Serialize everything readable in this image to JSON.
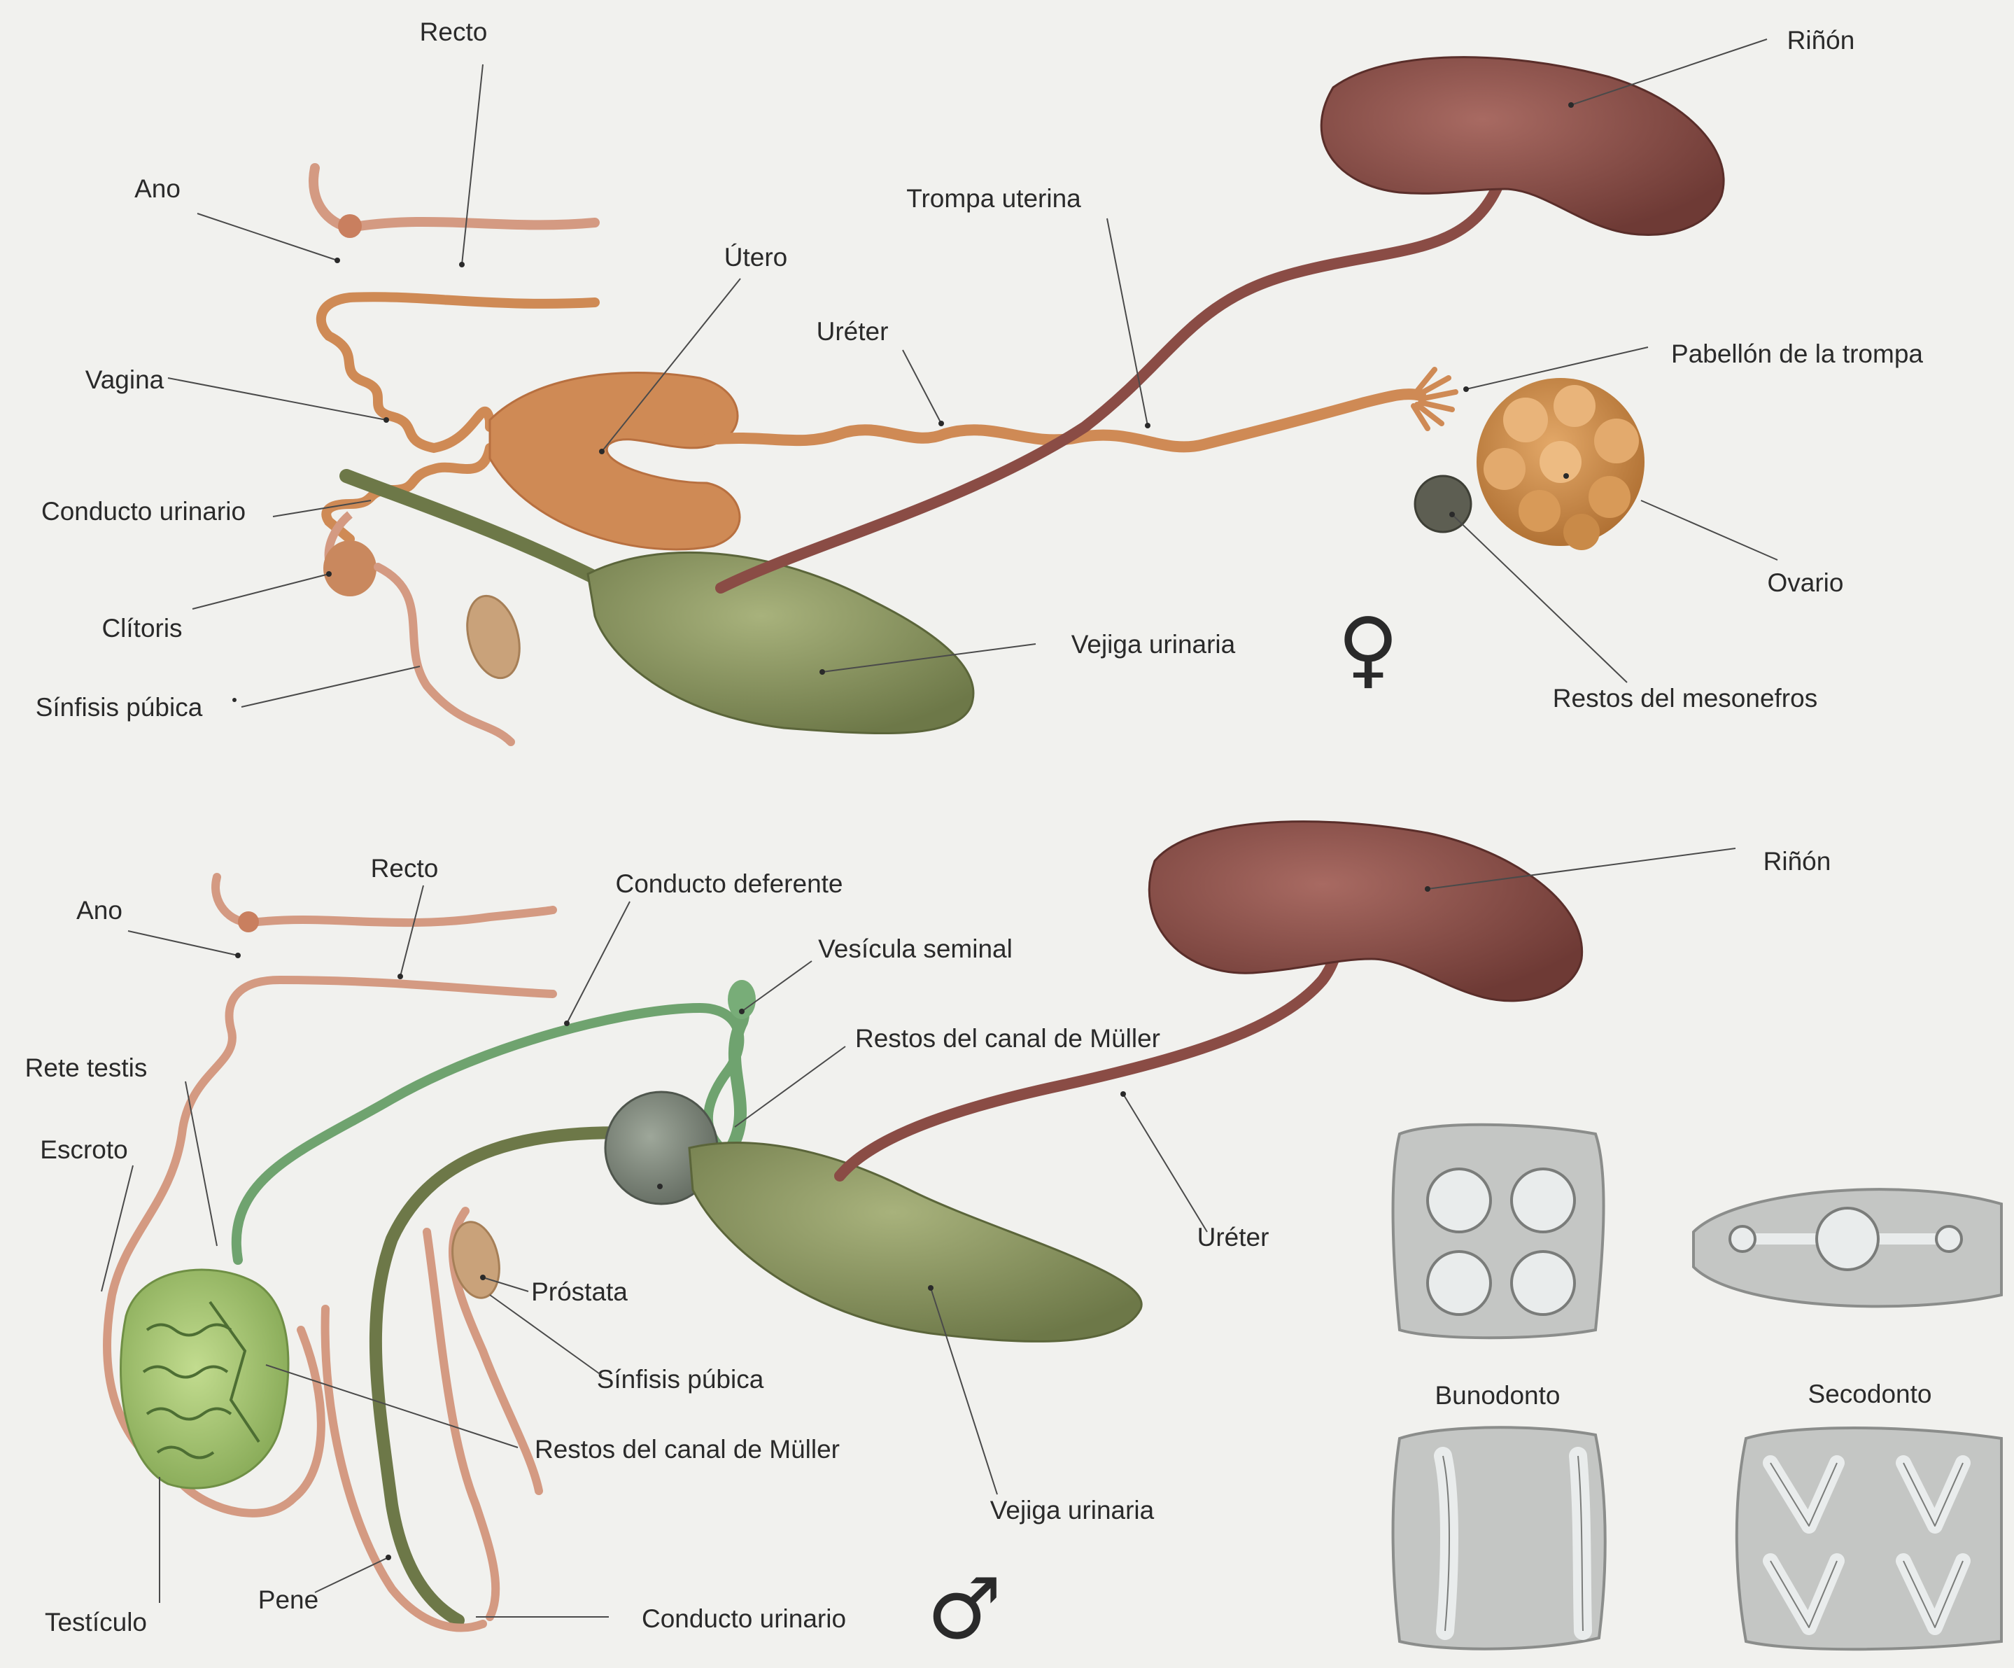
{
  "female": {
    "symbol": "♀",
    "labels": {
      "recto": "Recto",
      "ano": "Ano",
      "utero": "Útero",
      "trompa_uterina": "Trompa uterina",
      "rinon": "Riñón",
      "ureter": "Uréter",
      "vagina": "Vagina",
      "pabellon": "Pabellón de la trompa",
      "conducto_urinario": "Conducto urinario",
      "clitoris": "Clítoris",
      "ovario": "Ovario",
      "vejiga": "Vejiga urinaria",
      "sinfisis": "Sínfisis púbica",
      "mesonefros": "Restos del mesonefros"
    }
  },
  "male": {
    "symbol": "♂",
    "labels": {
      "recto": "Recto",
      "conducto_deferente": "Conducto deferente",
      "rinon": "Riñón",
      "ano": "Ano",
      "vesicula": "Vesícula seminal",
      "rete_testis": "Rete testis",
      "muller_top": "Restos del canal de Müller",
      "escroto": "Escroto",
      "ureter": "Uréter",
      "prostata": "Próstata",
      "sinfisis": "Sínfisis púbica",
      "muller_bottom": "Restos del canal de Müller",
      "vejiga": "Vejiga urinaria",
      "testiculo": "Testículo",
      "pene": "Pene",
      "conducto_urinario": "Conducto urinario"
    }
  },
  "teeth": {
    "bunodonto": "Bunodonto",
    "secodonto": "Secodonto"
  },
  "colors": {
    "rectum": "#d49a82",
    "female_genital": "#cf8a55",
    "kidney": "#8a4c45",
    "bladder": "#8e9a62",
    "male_duct": "#6fa36f",
    "ovary": "#c9863f",
    "testis": "#a9c978",
    "tooth_fill": "#c4c6c4",
    "tooth_cusp": "#e9ecec"
  }
}
